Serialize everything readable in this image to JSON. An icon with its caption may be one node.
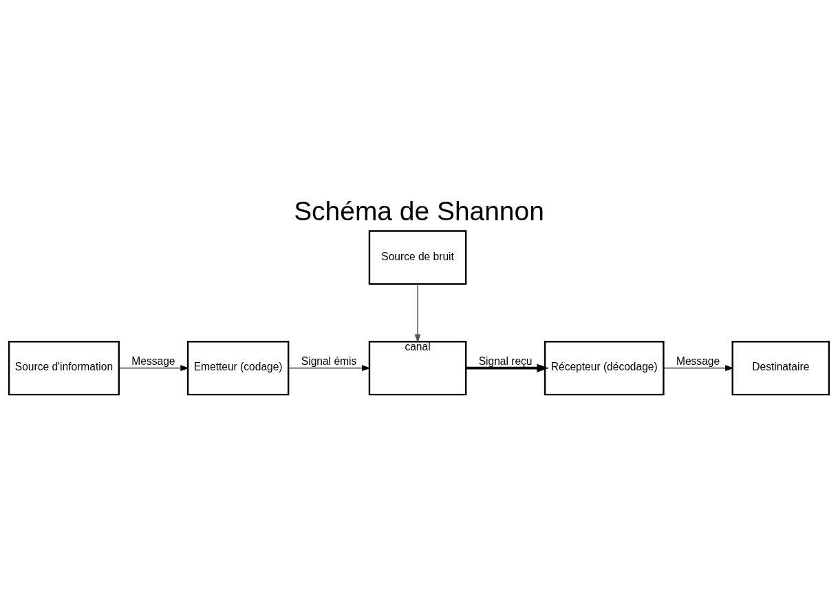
{
  "diagram": {
    "title": "Schéma de Shannon",
    "nodes": [
      {
        "text": [
          "Source d'information"
        ]
      },
      {
        "text": [
          "Emetteur (codage)"
        ]
      },
      {
        "text": [
          "canal"
        ]
      },
      {
        "text": [
          "Récepteur (décodage)"
        ]
      },
      {
        "text": [
          "Destinataire"
        ]
      },
      {
        "text": [
          "Source de bruit"
        ]
      }
    ],
    "edges": [
      {
        "from": 0,
        "to": 1,
        "arrow": "to",
        "label": "Message"
      },
      {
        "from": 1,
        "to": 2,
        "arrow": "to",
        "label": "Signal émis"
      },
      {
        "from": 2,
        "to": 3,
        "arrow": "to",
        "label": "Signal reçu",
        "style": "thick"
      },
      {
        "from": 3,
        "to": 4,
        "arrow": "to",
        "label": "Message"
      },
      {
        "from": 5,
        "to": 2,
        "arrow": "to",
        "color": "#555555"
      }
    ]
  }
}
